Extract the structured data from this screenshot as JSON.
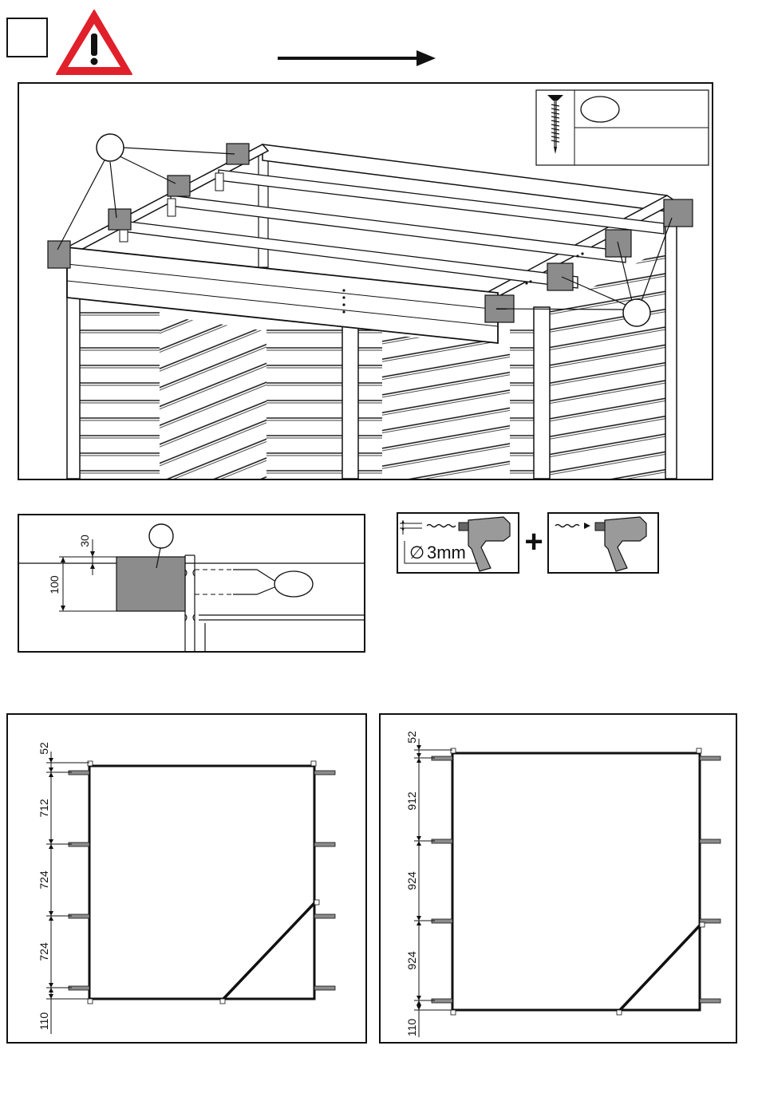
{
  "header": {
    "step_number": "",
    "warning_icon": "warning-triangle-icon",
    "direction_icon": "arrow-right-icon"
  },
  "main_view": {
    "screw_icon": "screw-icon",
    "part_label_top": "",
    "part_label_bottom": "",
    "callout_left": "",
    "callout_right": ""
  },
  "detail_view": {
    "dim_offset": "30",
    "dim_height": "100",
    "callout_block": "",
    "callout_screws": ""
  },
  "tools": {
    "drill_icon": "drill-icon",
    "drill_bit_label": "3mm",
    "diameter_symbol": "∅",
    "plus_sign": "+"
  },
  "plan_left": {
    "dims": [
      "52",
      "712",
      "724",
      "724",
      "110"
    ]
  },
  "plan_right": {
    "dims": [
      "52",
      "912",
      "924",
      "924",
      "110"
    ]
  },
  "colors": {
    "ink": "#111111",
    "beam_fill": "#8c8c8c",
    "warning_red": "#e0202a",
    "drill_body": "#9a9a9a"
  }
}
